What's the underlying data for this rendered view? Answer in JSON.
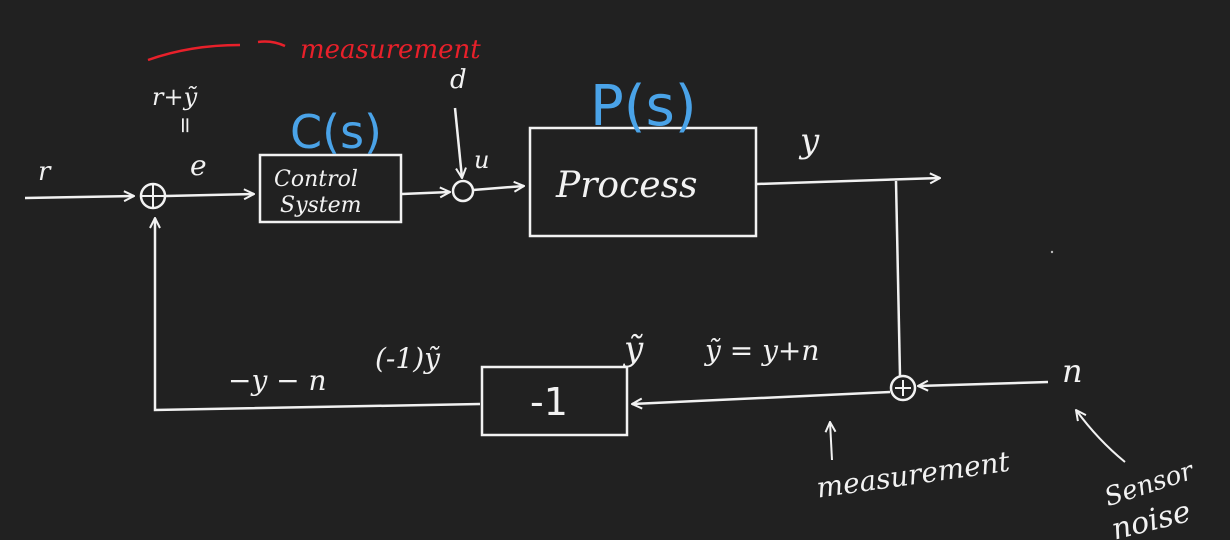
{
  "labels": {
    "r": "r",
    "e": "e",
    "r_plus_ytilde": "r+ỹ",
    "equals": "=",
    "measurement_red": "measurement",
    "d": "d",
    "u": "u",
    "y": "y",
    "ytilde": "ỹ",
    "ytilde_eq": "ỹ = y+n",
    "neg_ytilde": "(-1)ỹ",
    "neg_y_n": "−y − n",
    "n": "n",
    "measurement": "measurement",
    "sensor": "Sensor",
    "noise": "noise",
    "plus": "+"
  },
  "blocks": {
    "controller_title": "C(s)",
    "controller_line1": "Control",
    "controller_line2": "System",
    "plant_title": "P(s)",
    "plant_label": "Process",
    "gain_label": "-1"
  },
  "colors": {
    "background": "#212121",
    "stroke": "#f2f2f2",
    "blue": "#4aa3e8",
    "red": "#e8202a"
  }
}
